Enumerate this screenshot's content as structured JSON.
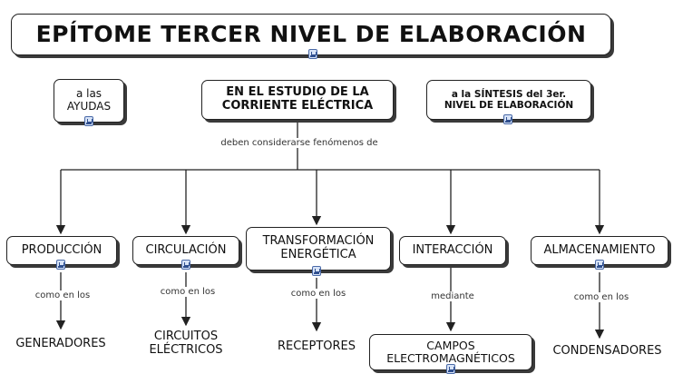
{
  "title": "EPÍTOME TERCER NIVEL DE ELABORACIÓN",
  "top_nodes": {
    "ayudas": "a las\nAYUDAS",
    "main": "EN EL ESTUDIO DE LA\nCORRIENTE ELÉCTRICA",
    "sintesis": "a la SÍNTESIS del 3er.\nNIVEL DE ELABORACIÓN"
  },
  "main_link_label": "deben considerarse fenómenos de",
  "categories": [
    {
      "label": "PRODUCCIÓN",
      "link_label": "como en los",
      "result": "GENERADORES"
    },
    {
      "label": "CIRCULACIÓN",
      "link_label": "como en los",
      "result": "CIRCUITOS\nELÉCTRICOS"
    },
    {
      "label": "TRANSFORMACIÓN\nENERGÉTICA",
      "link_label": "como en los",
      "result": "RECEPTORES"
    },
    {
      "label": "INTERACCIÓN",
      "link_label": "mediante",
      "result": "CAMPOS\nELECTROMAGNÉTICOS"
    },
    {
      "label": "ALMACENAMIENTO",
      "link_label": "como en los",
      "result": "CONDENSADORES"
    }
  ],
  "icons": [
    "map-icon"
  ]
}
